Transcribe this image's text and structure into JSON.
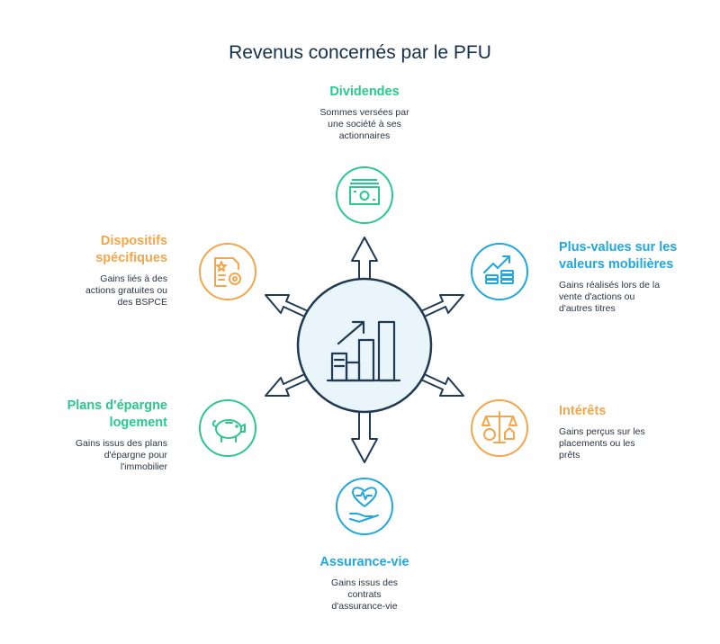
{
  "title": "Revenus concernés par le PFU",
  "nodes": {
    "dividendes": {
      "title": "Dividendes",
      "desc": "Sommes versées par une société à ses actionnaires",
      "color": "#2bc88e",
      "icon": "cash-icon"
    },
    "plus_values": {
      "title": "Plus-values sur les valeurs mobilières",
      "desc": "Gains réalisés lors de la vente d'actions ou d'autres titres",
      "color": "#21a7df",
      "icon": "growth-coins-icon"
    },
    "interets": {
      "title": "Intérêts",
      "desc": "Gains perçus sur les placements ou les prêts",
      "color": "#f3a64a",
      "icon": "balance-scale-icon"
    },
    "assurance_vie": {
      "title": "Assurance-vie",
      "desc": "Gains issus des contrats d'assurance-vie",
      "color": "#21a7df",
      "icon": "heart-hand-icon"
    },
    "plans_epargne": {
      "title": "Plans d'épargne logement",
      "desc": "Gains issus des plans d'épargne pour l'immobilier",
      "color": "#2bc88e",
      "icon": "piggy-bank-icon"
    },
    "dispositifs": {
      "title": "Dispositifs spécifiques",
      "desc": "Gains liés à des actions gratuites ou des BSPCE",
      "color": "#f3a64a",
      "icon": "document-gear-icon"
    }
  },
  "center": {
    "icon": "growth-chart-icon"
  }
}
